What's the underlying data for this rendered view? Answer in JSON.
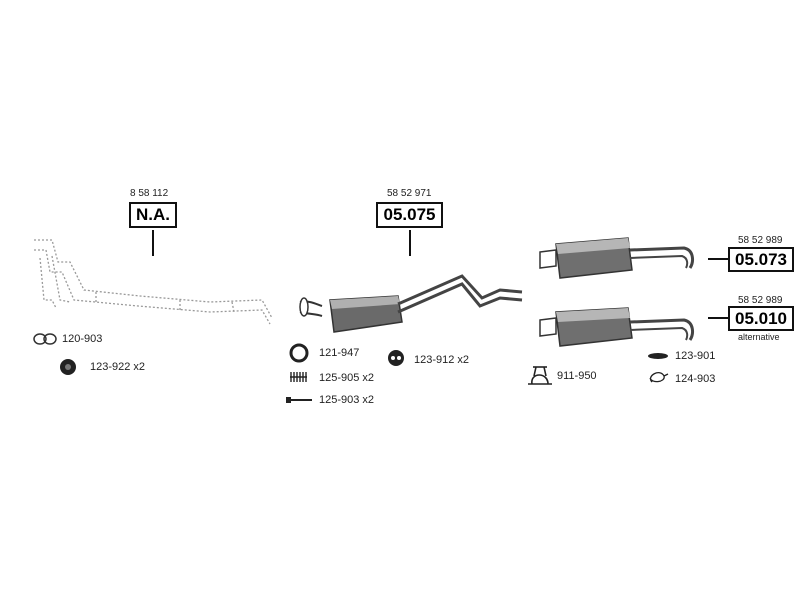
{
  "groups": [
    {
      "ref": "8 58 112",
      "code": "N.A."
    },
    {
      "ref": "58 52 971",
      "code": "05.075"
    },
    {
      "ref": "58 52 989",
      "code": "05.073"
    },
    {
      "ref": "58 52 989",
      "code": "05.010",
      "note": "alternative"
    }
  ],
  "parts": [
    {
      "label": "120-903",
      "icon": "gasket-ring-pair-icon"
    },
    {
      "label": "123-922 x2",
      "icon": "rubber-mount-icon"
    },
    {
      "label": "121-947",
      "icon": "sealing-ring-icon"
    },
    {
      "label": "125-905 x2",
      "icon": "spring-icon"
    },
    {
      "label": "125-903 x2",
      "icon": "bolt-icon"
    },
    {
      "label": "123-912 x2",
      "icon": "rubber-hanger-icon"
    },
    {
      "label": "911-950",
      "icon": "pipe-clamp-icon"
    },
    {
      "label": "123-901",
      "icon": "hanger-strap-icon"
    },
    {
      "label": "124-903",
      "icon": "bracket-icon"
    }
  ],
  "colors": {
    "line": "#111111",
    "body": "#666666",
    "dotted": "#999999"
  }
}
